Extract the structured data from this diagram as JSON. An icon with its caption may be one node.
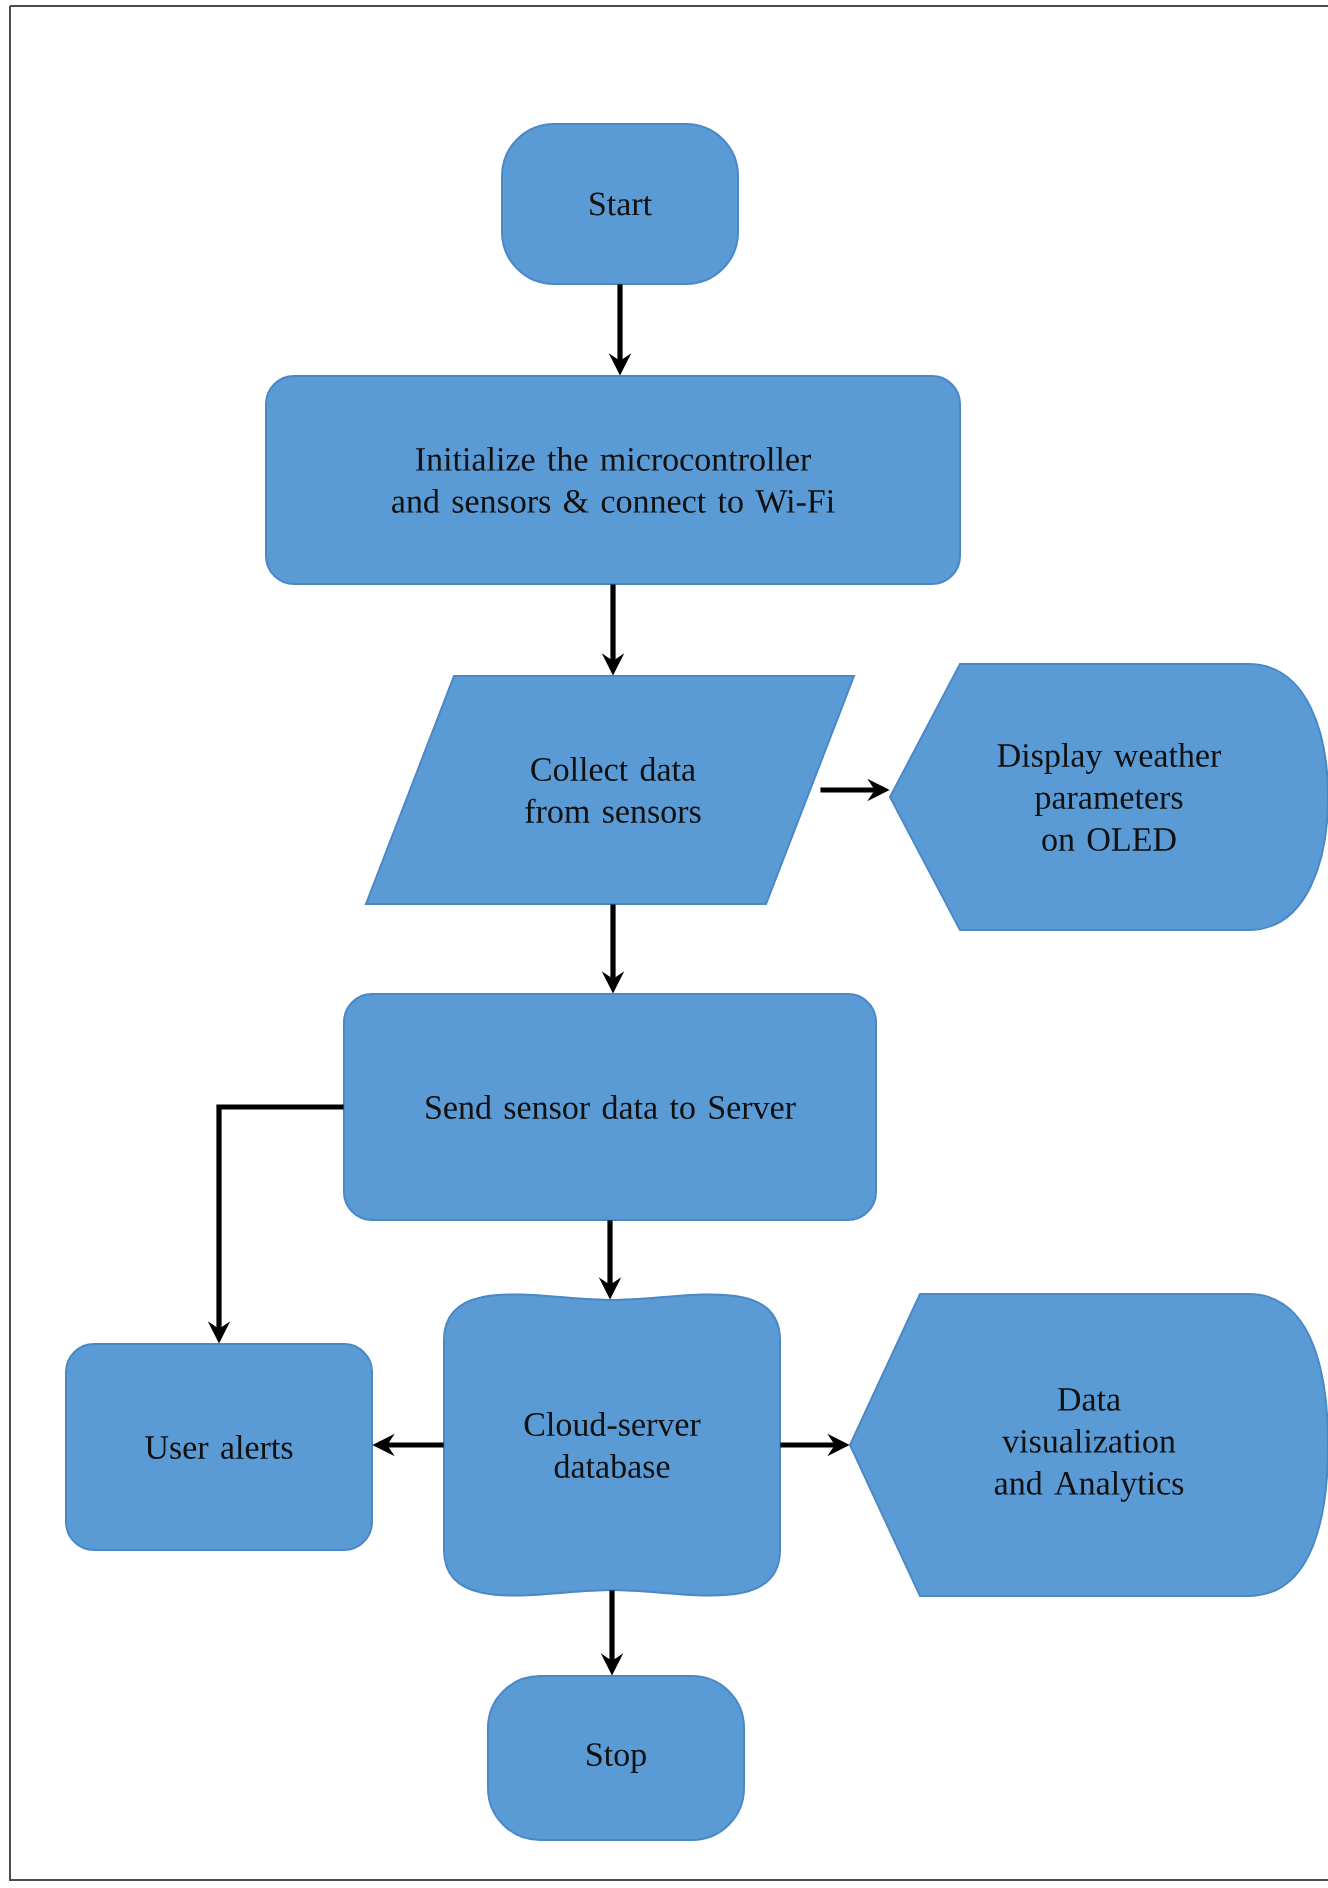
{
  "diagram": {
    "nodes": [
      {
        "text": [
          "Start"
        ]
      },
      {
        "text": [
          "Initialize the microcontroller and sensors & connect to Wi-Fi"
        ]
      },
      {
        "text": [
          "Collect data from sensors"
        ]
      },
      {
        "text": [
          "Display weather parameters on OLED"
        ]
      },
      {
        "text": [
          "Send sensor data to Server"
        ]
      },
      {
        "text": [
          "User alerts"
        ]
      },
      {
        "text": [
          "Cloud-server database"
        ]
      },
      {
        "text": [
          "Data visualization and Analytics"
        ]
      },
      {
        "text": [
          "Stop"
        ]
      }
    ],
    "edges": [
      {
        "from": 0,
        "to": 1,
        "arrow": "to"
      },
      {
        "from": 1,
        "to": 2,
        "arrow": "to"
      },
      {
        "from": 2,
        "to": 3,
        "arrow": "to"
      },
      {
        "from": 2,
        "to": 4,
        "arrow": "to"
      },
      {
        "from": 4,
        "to": 6,
        "arrow": "to"
      },
      {
        "from": 4,
        "to": 5,
        "arrow": "to"
      },
      {
        "from": 6,
        "to": 5,
        "arrow": "to"
      },
      {
        "from": 6,
        "to": 7,
        "arrow": "to"
      },
      {
        "from": 6,
        "to": 8,
        "arrow": "to"
      }
    ]
  }
}
